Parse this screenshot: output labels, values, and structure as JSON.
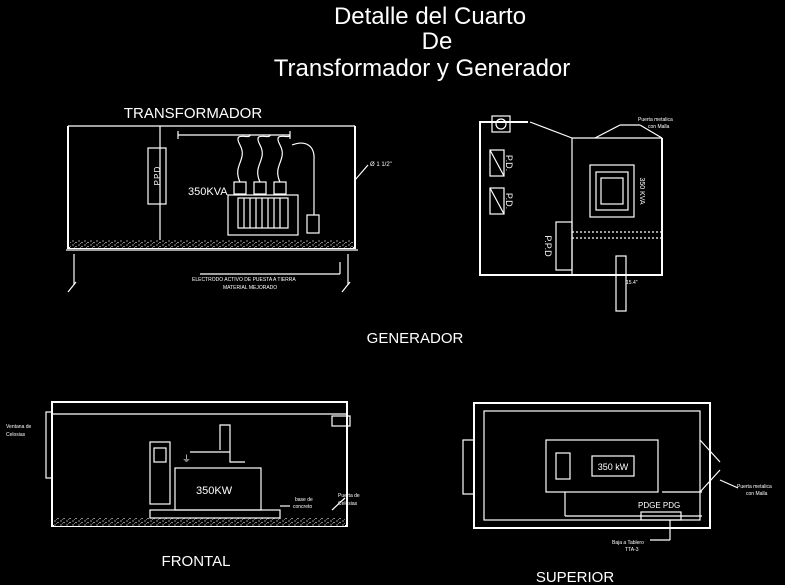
{
  "title": {
    "line1": "Detalle del Cuarto",
    "line2": "De",
    "line3": "Transformador  y Generador"
  },
  "sections": {
    "transformador": "TRANSFORMADOR",
    "generador": "GENERADOR",
    "frontal": "FRONTAL",
    "superior": "SUPERIOR"
  },
  "labels": {
    "ppd_tr": "P.P.D",
    "kva_tr": "350KVA",
    "conduit": "Ø 1 1/2\"",
    "electrodo": "ELECTRODO ACTIVO DE PUESTA A TIERRA",
    "material": "MATERIAL MEJORADO",
    "puerta_metalica_1": "Puerta metalica",
    "con_malla_1": "con Malla",
    "pd_1": "P.D.",
    "pd_2": "P.D.",
    "ppd_plan": "P.P.D",
    "kva_plan": "350 KVA",
    "tag_plan": "15.4\"",
    "ventana_1": "Ventana de",
    "ventana_2": "Celosias",
    "kw_frontal": "350KW",
    "puerta_celosia_1": "Puerta de",
    "puerta_celosia_2": "Celosias",
    "base_1": "base de",
    "base_2": "concreto",
    "kw_superior": "350 kW",
    "pdge": "PDGE  PDG",
    "puerta_metalica_2": "Puerta metalica",
    "con_malla_2": "con Malla",
    "baja_1": "Baja a Tablero",
    "baja_2": "TTA-3"
  }
}
